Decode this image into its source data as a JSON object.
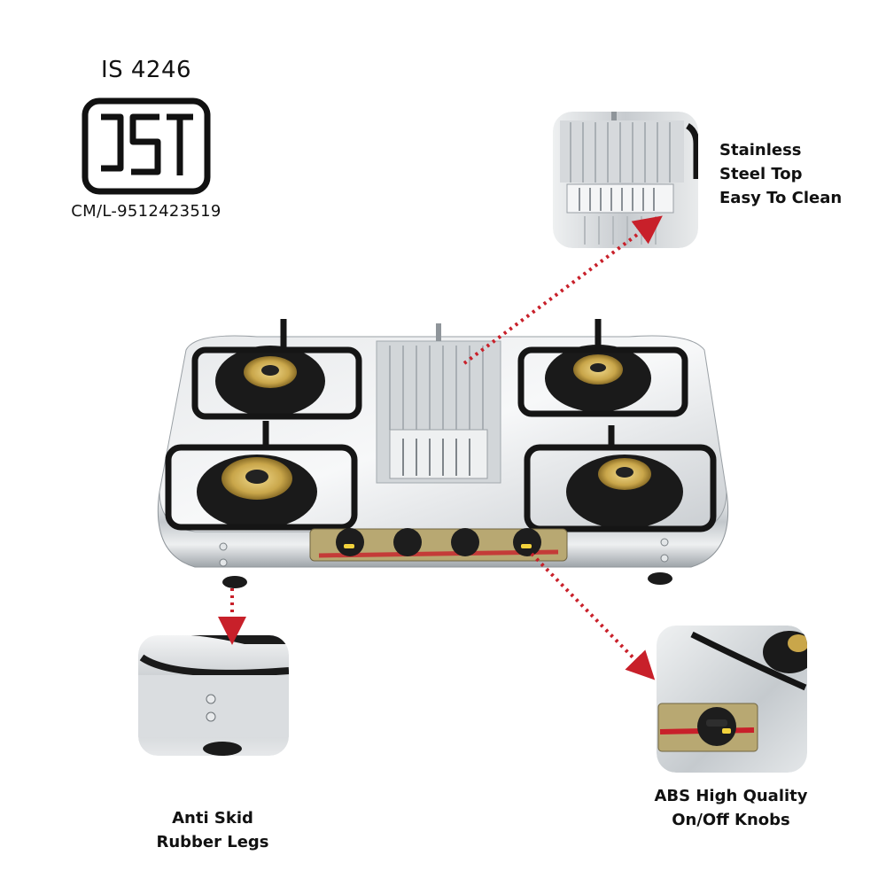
{
  "certification": {
    "standard": "IS 4246",
    "license": "CM/L-9512423519",
    "logo_text": "ISI"
  },
  "features": {
    "steel_top": {
      "lines": [
        "Stainless",
        "Steel Top",
        "Easy To Clean"
      ]
    },
    "legs": {
      "lines": [
        "Anti Skid",
        "Rubber Legs"
      ]
    },
    "knobs": {
      "lines": [
        "ABS High Quality",
        "On/Off Knobs"
      ]
    }
  },
  "colors": {
    "callout_arrow": "#c8202a",
    "steel": "#d9dde0",
    "brass": "#c9a64a",
    "pan_support": "#151515",
    "knob_panel": "#b8a872"
  },
  "icons": {
    "logo": "isi-mark-icon",
    "arrow": "dotted-arrow-icon"
  }
}
